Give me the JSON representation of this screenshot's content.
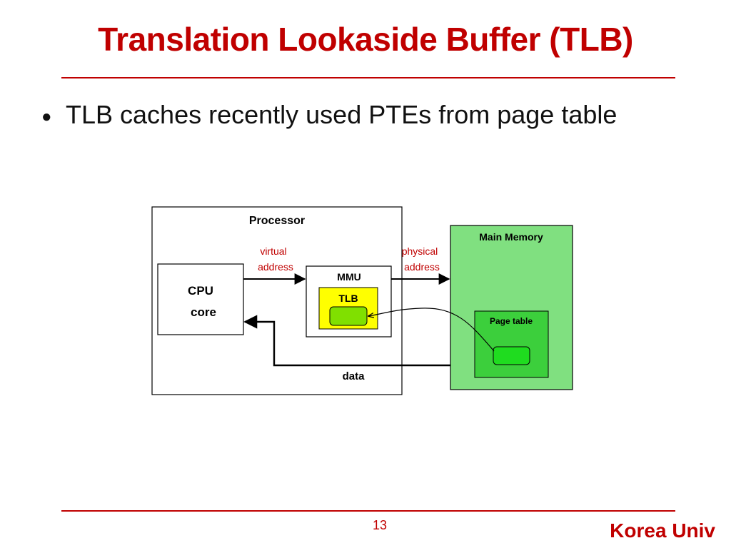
{
  "slide": {
    "title": "Translation Lookaside Buffer (TLB)",
    "bullet": "TLB caches recently used PTEs from page table",
    "page_number": "13",
    "footer_brand": "Korea Univ"
  },
  "diagram": {
    "processor_label": "Processor",
    "cpu_label_line1": "CPU",
    "cpu_label_line2": "core",
    "mmu_label": "MMU",
    "tlb_label": "TLB",
    "virtual_line1": "virtual",
    "virtual_line2": "address",
    "physical_line1": "physical",
    "physical_line2": "address",
    "data_label": "data",
    "main_memory_label": "Main Memory",
    "page_table_label": "Page table"
  },
  "colors": {
    "title_red": "#c00000",
    "annotation_red": "#c00000",
    "main_memory_fill": "#80e080",
    "page_table_fill": "#3ccf3c",
    "entry_fill": "#1fdc1f",
    "tlb_fill": "#ffff00",
    "tlb_entry_fill": "#80e000"
  }
}
